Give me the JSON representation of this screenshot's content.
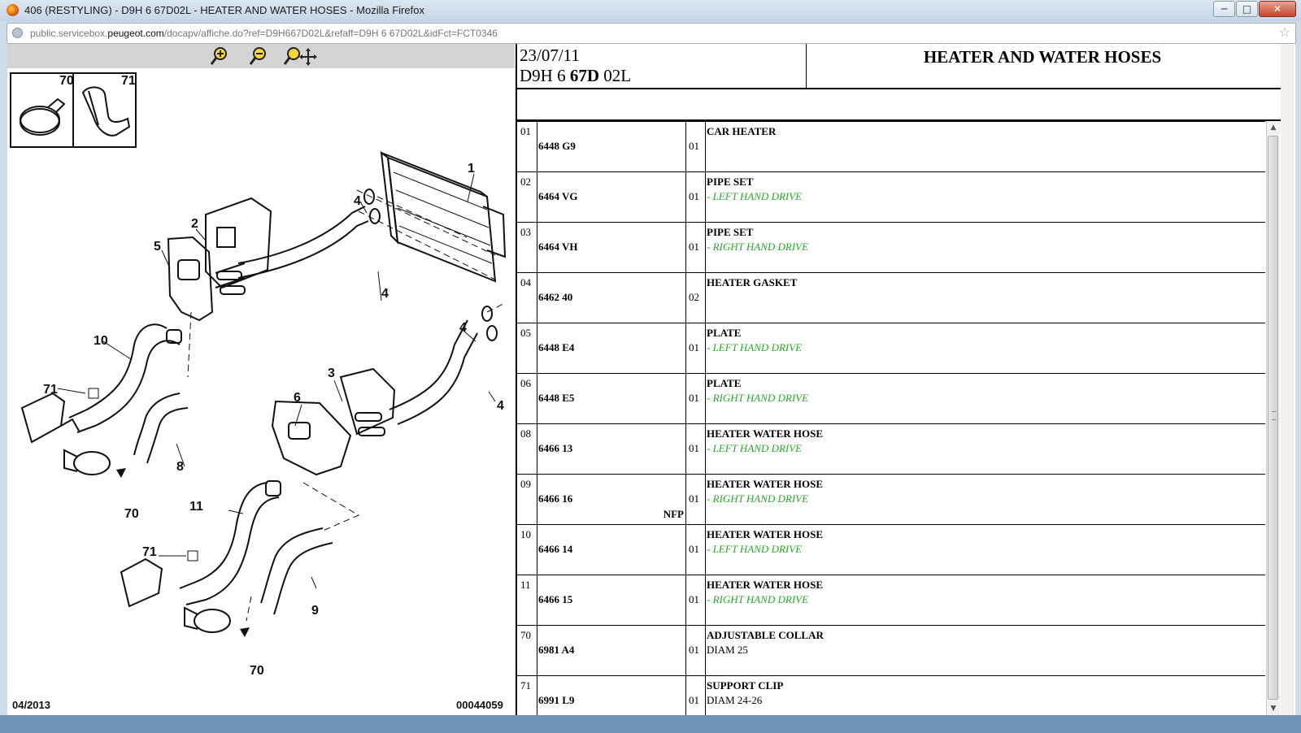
{
  "browser": {
    "window_title": "406 (RESTYLING) - D9H 6 67D02L - HEATER AND WATER HOSES - Mozilla Firefox",
    "url_prefix": "public.servicebox.",
    "url_domain": "peugeot.com",
    "url_rest": "/docapv/affiche.do?ref=D9H667D02L&refaff=D9H 6 67D02L&idFct=FCT0346",
    "min_glyph": "─",
    "max_glyph": "□",
    "close_glyph": "✕",
    "star_glyph": "☆"
  },
  "header": {
    "date": "23/07/11",
    "code_a": "D9H 6 ",
    "code_b": "67D",
    "code_c": " 02L",
    "title": "HEATER AND WATER HOSES"
  },
  "diagram": {
    "date_label": "04/2013",
    "ref_label": "00044059",
    "inset_labels": [
      "70",
      "71"
    ],
    "callouts": [
      "1",
      "2",
      "3",
      "4",
      "4",
      "4",
      "4",
      "5",
      "6",
      "8",
      "9",
      "10",
      "11",
      "70",
      "70",
      "71",
      "71"
    ]
  },
  "parts": [
    {
      "num": "01",
      "ref": "6448 G9",
      "nfp": "",
      "qty": "01",
      "desc": "CAR HEATER",
      "sub": "",
      "sub_color": ""
    },
    {
      "num": "02",
      "ref": "6464 VG",
      "nfp": "",
      "qty": "01",
      "desc": "PIPE SET",
      "sub": "- LEFT HAND DRIVE",
      "sub_color": "green"
    },
    {
      "num": "03",
      "ref": "6464 VH",
      "nfp": "",
      "qty": "01",
      "desc": "PIPE SET",
      "sub": "- RIGHT HAND DRIVE",
      "sub_color": "green"
    },
    {
      "num": "04",
      "ref": "6462 40",
      "nfp": "",
      "qty": "02",
      "desc": "HEATER GASKET",
      "sub": "",
      "sub_color": ""
    },
    {
      "num": "05",
      "ref": "6448 E4",
      "nfp": "",
      "qty": "01",
      "desc": "PLATE",
      "sub": "- LEFT HAND DRIVE",
      "sub_color": "green"
    },
    {
      "num": "06",
      "ref": "6448 E5",
      "nfp": "",
      "qty": "01",
      "desc": "PLATE",
      "sub": "- RIGHT HAND DRIVE",
      "sub_color": "green"
    },
    {
      "num": "08",
      "ref": "6466 13",
      "nfp": "",
      "qty": "01",
      "desc": "HEATER WATER HOSE",
      "sub": "- LEFT HAND DRIVE",
      "sub_color": "green"
    },
    {
      "num": "09",
      "ref": "6466 16",
      "nfp": "NFP",
      "qty": "01",
      "desc": "HEATER WATER HOSE",
      "sub": "- RIGHT HAND DRIVE",
      "sub_color": "green"
    },
    {
      "num": "10",
      "ref": "6466 14",
      "nfp": "",
      "qty": "01",
      "desc": "HEATER WATER HOSE",
      "sub": "- LEFT HAND DRIVE",
      "sub_color": "green"
    },
    {
      "num": "11",
      "ref": "6466 15",
      "nfp": "",
      "qty": "01",
      "desc": "HEATER WATER HOSE",
      "sub": "- RIGHT HAND DRIVE",
      "sub_color": "green"
    },
    {
      "num": "70",
      "ref": "6981 A4",
      "nfp": "",
      "qty": "01",
      "desc": "ADJUSTABLE COLLAR",
      "sub": "DIAM 25",
      "sub_color": "black"
    },
    {
      "num": "71",
      "ref": "6991 L9",
      "nfp": "",
      "qty": "01",
      "desc": "SUPPORT CLIP",
      "sub": "DIAM 24-26",
      "sub_color": "black"
    }
  ],
  "colors": {
    "accent_green": "#2ea82e",
    "toolbar_gray": "#d4d4d4",
    "zoom_icon_yellow": "#f2c200"
  },
  "icons": {
    "zoom_in": "zoom-in-icon",
    "zoom_out": "zoom-out-icon",
    "pan": "pan-zoom-icon"
  }
}
